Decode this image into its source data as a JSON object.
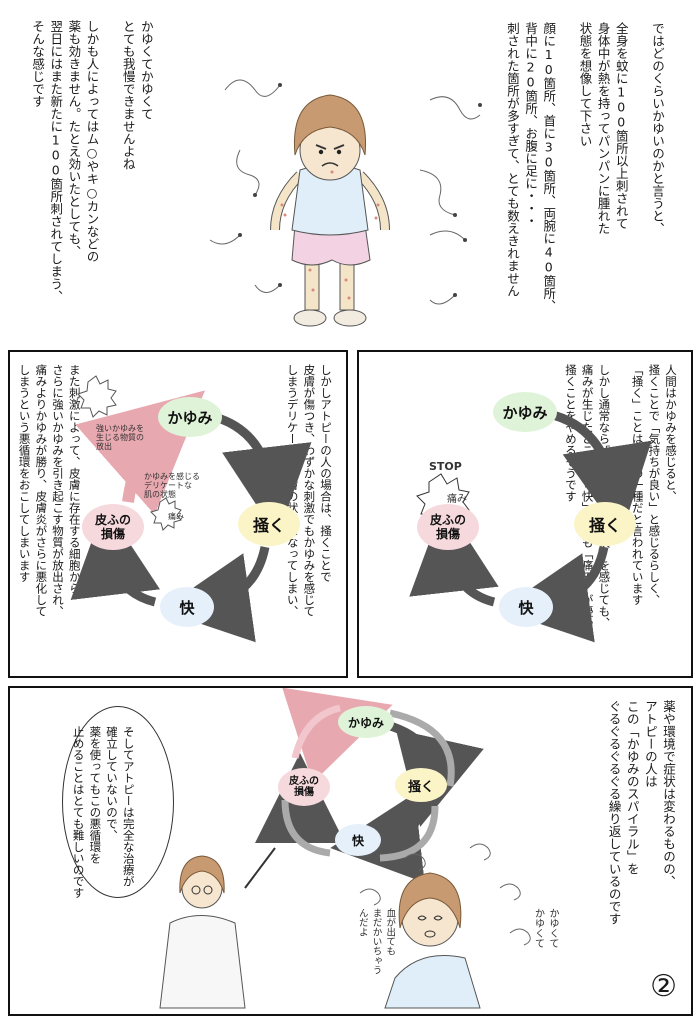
{
  "panel1": {
    "text_right": "ではどのくらいかゆいのかと言うと、\n\n全身を蚊に100箇所以上刺されて\n身体中が熱を持ってパンパンに腫れた\n状態を想像して下さい\n\n顔に10箇所、首に30箇所、両腕に40箇所、\n背中に20箇所、お腹に足に・・・\n刺された箇所が多すぎて、とても数えきれません",
    "text_left": "かゆくてかゆくて\nとても我慢できませんよね\n\nしかも人によってはム○やキ○カンなどの\n薬も効きません。たとえ効いたとしても、\n翌日にはまた新たに100箇所刺されてしまう、\nそんな感じです"
  },
  "panel2": {
    "text": "人間はかゆみを感じると、\n掻くことで「気持ちが良い」と感じるらしく、\n「掻く」ことは欲求の一種だと言われています\n\nしかし通常ならば、掻くことで「快」を感じても、\n痛みが生じたところで「快」よりも「痛み」が優って\n掻くことをやめるそうです",
    "nodes": {
      "itch": "かゆみ",
      "scratch": "掻く",
      "pleasure": "快",
      "damage": "皮ふの\n損傷"
    },
    "stop": "STOP",
    "pain": "痛み"
  },
  "panel3": {
    "text_top": "しかしアトピーの人の場合は、掻くことで\n皮膚が傷つき、わずかな刺激でもかゆみを感じて\nしまうデリケートな皮膚の状態になってしまい、",
    "text_bottom": "また刺激によって、皮膚に存在する細胞から\nさらに強いかゆみを引き起こす物質が放出され、\n痛みよりかゆみが勝り、皮膚炎がさらに悪化して\nしまうという悪循環をおこしてしまいます",
    "nodes": {
      "itch": "かゆみ",
      "scratch": "掻く",
      "pleasure": "快",
      "damage": "皮ふの\n損傷"
    },
    "note_release": "強いかゆみを\n生じる物質の\n放出",
    "note_delicate": "かゆみを感じる\nデリケートな\n肌の状態",
    "pain": "痛み"
  },
  "panel4": {
    "text_right": "薬や環境で症状は変わるものの、\nアトピーの人は\nこの「かゆみのスパイラル」を\nぐるぐるぐるぐる繰り返しているのです",
    "bubble": "そしてアトピーは完全な治療が\n確立していないので、\n薬を使ってもこの悪循環を\n止めることはとても難しいのです",
    "nodes": {
      "itch": "かゆみ",
      "scratch": "掻く",
      "pleasure": "快",
      "damage": "皮ふの\n損傷"
    },
    "girl_words": "かゆくて\nかゆくて",
    "girl_words2": "血が出ても\nまだかいちゃう\nんだよ",
    "page_number": "②"
  },
  "colors": {
    "itch": "#dff3d8",
    "scratch": "#fbf4c6",
    "pleasure": "#e6f0fb",
    "damage": "#f6d9dd",
    "arrow": "#555555",
    "arrow_red": "#e8a8b0",
    "shirt": "#dfeef8",
    "shorts": "#f3d3e3",
    "hair": "#c89a72"
  }
}
